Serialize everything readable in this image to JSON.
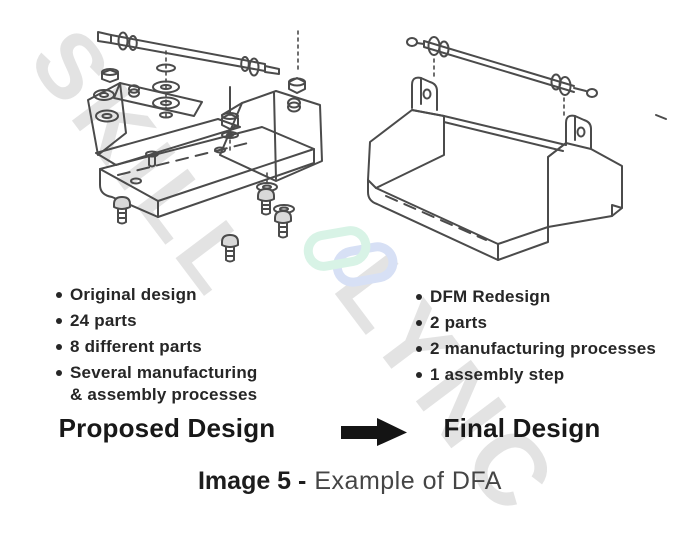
{
  "watermark": {
    "word_left": "SKILL",
    "word_right": "LYNC",
    "text_color": "#e3e3e3",
    "link_icon": "chain-link-icon",
    "link_front_color": "#d8f3e6",
    "link_back_color": "#d7e0f5"
  },
  "left_panel": {
    "drawing": "exploded-view-of-original-multi-part-bracket-assembly",
    "bullets": [
      "Original design",
      "24 parts",
      "8 different parts",
      "Several manufacturing\n& assembly processes"
    ],
    "heading": "Proposed Design"
  },
  "right_panel": {
    "drawing": "single-piece-redesigned-bracket-tray-with-rod",
    "bullets": [
      "DFM Redesign",
      "2 parts",
      "2 manufacturing processes",
      "1 assembly step"
    ],
    "heading": "Final Design"
  },
  "arrow": {
    "direction": "right",
    "color": "#141414"
  },
  "caption": {
    "label": "Image 5 -",
    "text": "Example of DFA"
  }
}
